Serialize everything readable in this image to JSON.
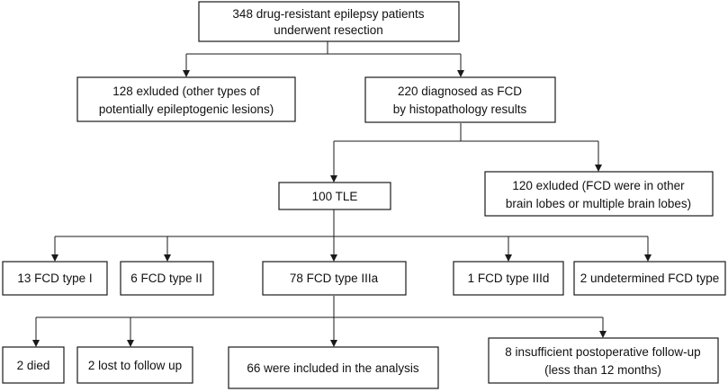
{
  "diagram": {
    "start": {
      "line1": "348 drug-resistant epilepsy patients",
      "line2": "underwent resection"
    },
    "excluded_other_lesions": {
      "line1": "128 exluded (other types of",
      "line2": "potentially epileptogenic lesions)"
    },
    "fcd_diagnosed": {
      "line1": "220 diagnosed as FCD",
      "line2": "by histopathology results"
    },
    "tle": {
      "line1": "100 TLE"
    },
    "excluded_other_lobes": {
      "line1": "120 exluded (FCD were in other",
      "line2": "brain lobes or multiple brain lobes)"
    },
    "fcd_type_i": {
      "line1": "13 FCD type I"
    },
    "fcd_type_ii": {
      "line1": "6 FCD type II"
    },
    "fcd_type_iiia": {
      "line1": "78 FCD type IIIa"
    },
    "fcd_type_iiid": {
      "line1": "1 FCD type IIId"
    },
    "fcd_undetermined": {
      "line1": "2 undetermined FCD type"
    },
    "died": {
      "line1": "2 died"
    },
    "lost_follow_up": {
      "line1": "2 lost to follow up"
    },
    "included_analysis": {
      "line1": "66 were included in the analysis"
    },
    "insufficient_follow_up": {
      "line1": "8 insufficient postoperative follow-up",
      "line2": "(less than 12 months)"
    }
  }
}
